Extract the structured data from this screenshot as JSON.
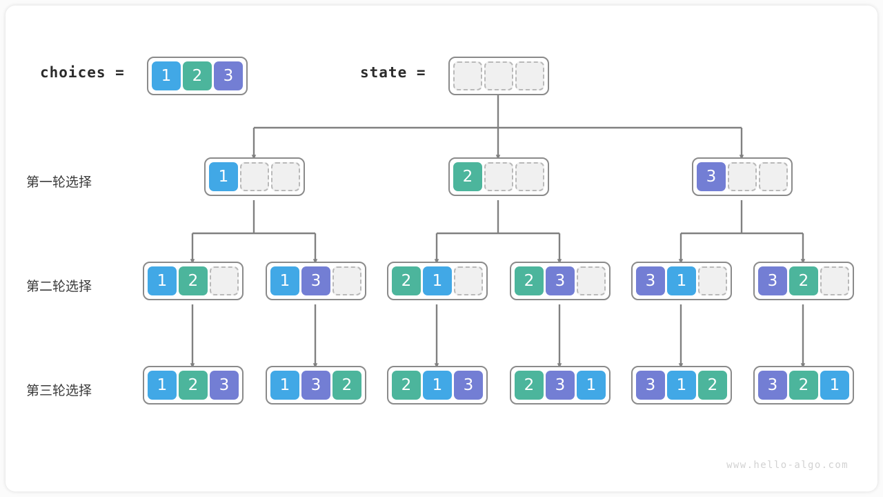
{
  "palette": {
    "one": "#41a8e6",
    "two": "#4cb59c",
    "three": "#737ed4",
    "empty_fill": "#f0f0f0",
    "empty_border": "#b9b9b9",
    "box_border": "#8a8a8a",
    "link": "#808080",
    "card_bg": "#ffffff",
    "page_bg": "#fbfbfb",
    "text": "#3a3a3a",
    "watermark": "#d2d2d2"
  },
  "header": {
    "choices_label": "choices =",
    "choices_values": [
      "1",
      "2",
      "3"
    ],
    "state_label": "state =",
    "state_values": [
      "",
      "",
      ""
    ]
  },
  "rows": [
    {
      "label": "第一轮选择",
      "nodes": [
        {
          "values": [
            "1",
            "",
            ""
          ]
        },
        {
          "values": [
            "2",
            "",
            ""
          ]
        },
        {
          "values": [
            "3",
            "",
            ""
          ]
        }
      ]
    },
    {
      "label": "第二轮选择",
      "nodes": [
        {
          "values": [
            "1",
            "2",
            ""
          ]
        },
        {
          "values": [
            "1",
            "3",
            ""
          ]
        },
        {
          "values": [
            "2",
            "1",
            ""
          ]
        },
        {
          "values": [
            "2",
            "3",
            ""
          ]
        },
        {
          "values": [
            "3",
            "1",
            ""
          ]
        },
        {
          "values": [
            "3",
            "2",
            ""
          ]
        }
      ]
    },
    {
      "label": "第三轮选择",
      "nodes": [
        {
          "values": [
            "1",
            "2",
            "3"
          ]
        },
        {
          "values": [
            "1",
            "3",
            "2"
          ]
        },
        {
          "values": [
            "2",
            "1",
            "3"
          ]
        },
        {
          "values": [
            "2",
            "3",
            "1"
          ]
        },
        {
          "values": [
            "3",
            "1",
            "2"
          ]
        },
        {
          "values": [
            "3",
            "2",
            "1"
          ]
        }
      ]
    }
  ],
  "watermark": "www.hello-algo.com"
}
